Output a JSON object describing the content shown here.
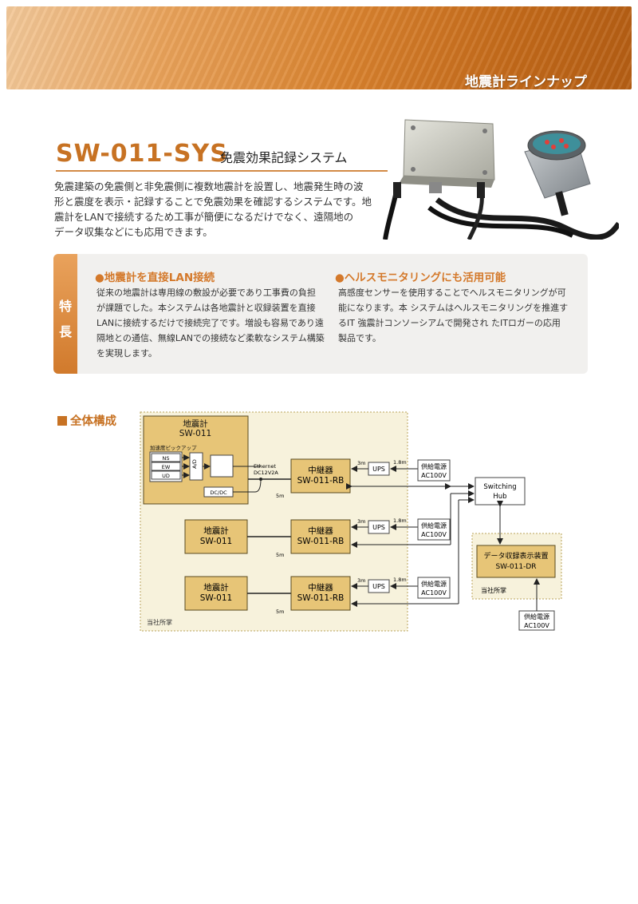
{
  "banner": {
    "title": "地震計ラインナップ"
  },
  "product": {
    "model": "SW-011-SYS",
    "subtitle": "免震効果記録システム",
    "intro": [
      "免震建築の免震側と非免震側に複数地震計を設置し、地震発生時の波",
      "形と震度を表示・記録することで免震効果を確認するシステムです。地",
      "震計をLANで接続するため工事が簡便になるだけでなく、遠隔地の",
      "データ収集などにも応用できます。"
    ]
  },
  "features": {
    "tab_chars": [
      "特",
      "長"
    ],
    "left": {
      "heading": "●地震計を直接LAN接続",
      "lines": [
        "従来の地震計は専用線の敷設が必要であり工事費の負担",
        "が課題でした。本システムは各地震計と収録装置を直接",
        "LANに接続するだけで接続完了です。増設も容易であり遠",
        "隔地との通信、無線LANでの接続など柔軟なシステム構築",
        "を実現します。"
      ]
    },
    "right": {
      "heading": "●ヘルスモニタリングにも活用可能",
      "lines": [
        "高感度センサーを使用することでヘルスモニタリングが可",
        "能になります。本 システムはヘルスモニタリングを推進す",
        "るIT 強震計コンソーシアムで開発され たITロガーの応用",
        "製品です。"
      ]
    }
  },
  "section": {
    "title": "全体構成"
  },
  "diagram": {
    "seismometer_main": "地震計",
    "seismometer_main_model": "SW-011",
    "pickup_label": "加速度ピックアップ",
    "channels": [
      "NS",
      "EW",
      "UD"
    ],
    "ad_label": "A/D",
    "dcdc_label": "DC/DC",
    "ethernet_label": "Ethernet",
    "power_spec": "DC12V2A",
    "seismometer": "地震計",
    "seismometer_model": "SW-011",
    "relay": "中継器",
    "relay_model": "SW-011-RB",
    "ups": "UPS",
    "supply": "供給電源",
    "supply_spec": "AC100V",
    "dist_3m": "3m",
    "dist_18m": "1.8m",
    "dist_5m": "5m",
    "hub_line1": "Switching",
    "hub_line2": "Hub",
    "recorder": "データ収録表示装置",
    "recorder_model": "SW-011-DR",
    "owner_site": "当社所掌"
  }
}
